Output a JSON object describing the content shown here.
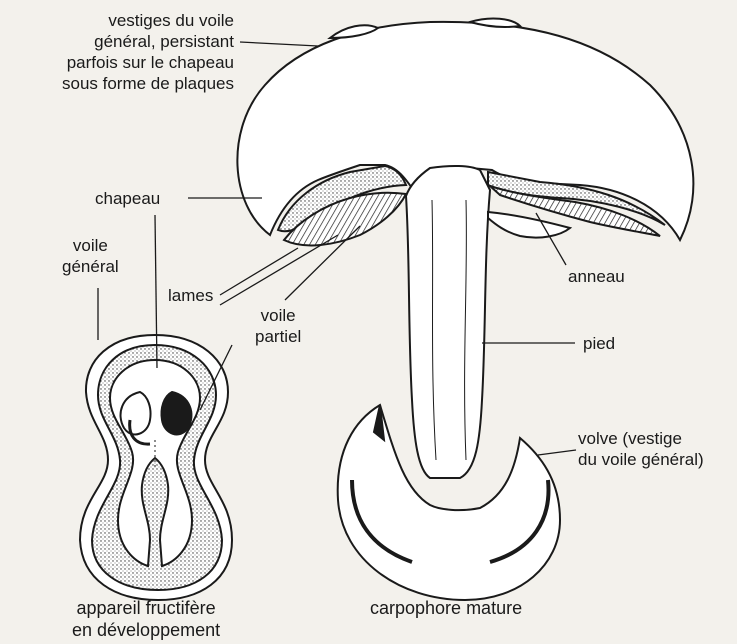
{
  "labels": {
    "vestiges": [
      "vestiges du voile",
      "général, persistant",
      "parfois sur le chapeau",
      "sous forme de plaques"
    ],
    "chapeau": "chapeau",
    "voile_general": [
      "voile",
      "général"
    ],
    "lames": "lames",
    "voile_partiel": [
      "voile",
      "partiel"
    ],
    "anneau": "anneau",
    "pied": "pied",
    "volve": [
      "volve (vestige",
      "du voile général)"
    ]
  },
  "captions": {
    "developing": [
      "appareil fructifère",
      "en développement"
    ],
    "mature": "carpophore mature"
  },
  "colors": {
    "ink": "#1a1a1a",
    "paper": "#f3f1ec",
    "fill": "#ffffff"
  }
}
